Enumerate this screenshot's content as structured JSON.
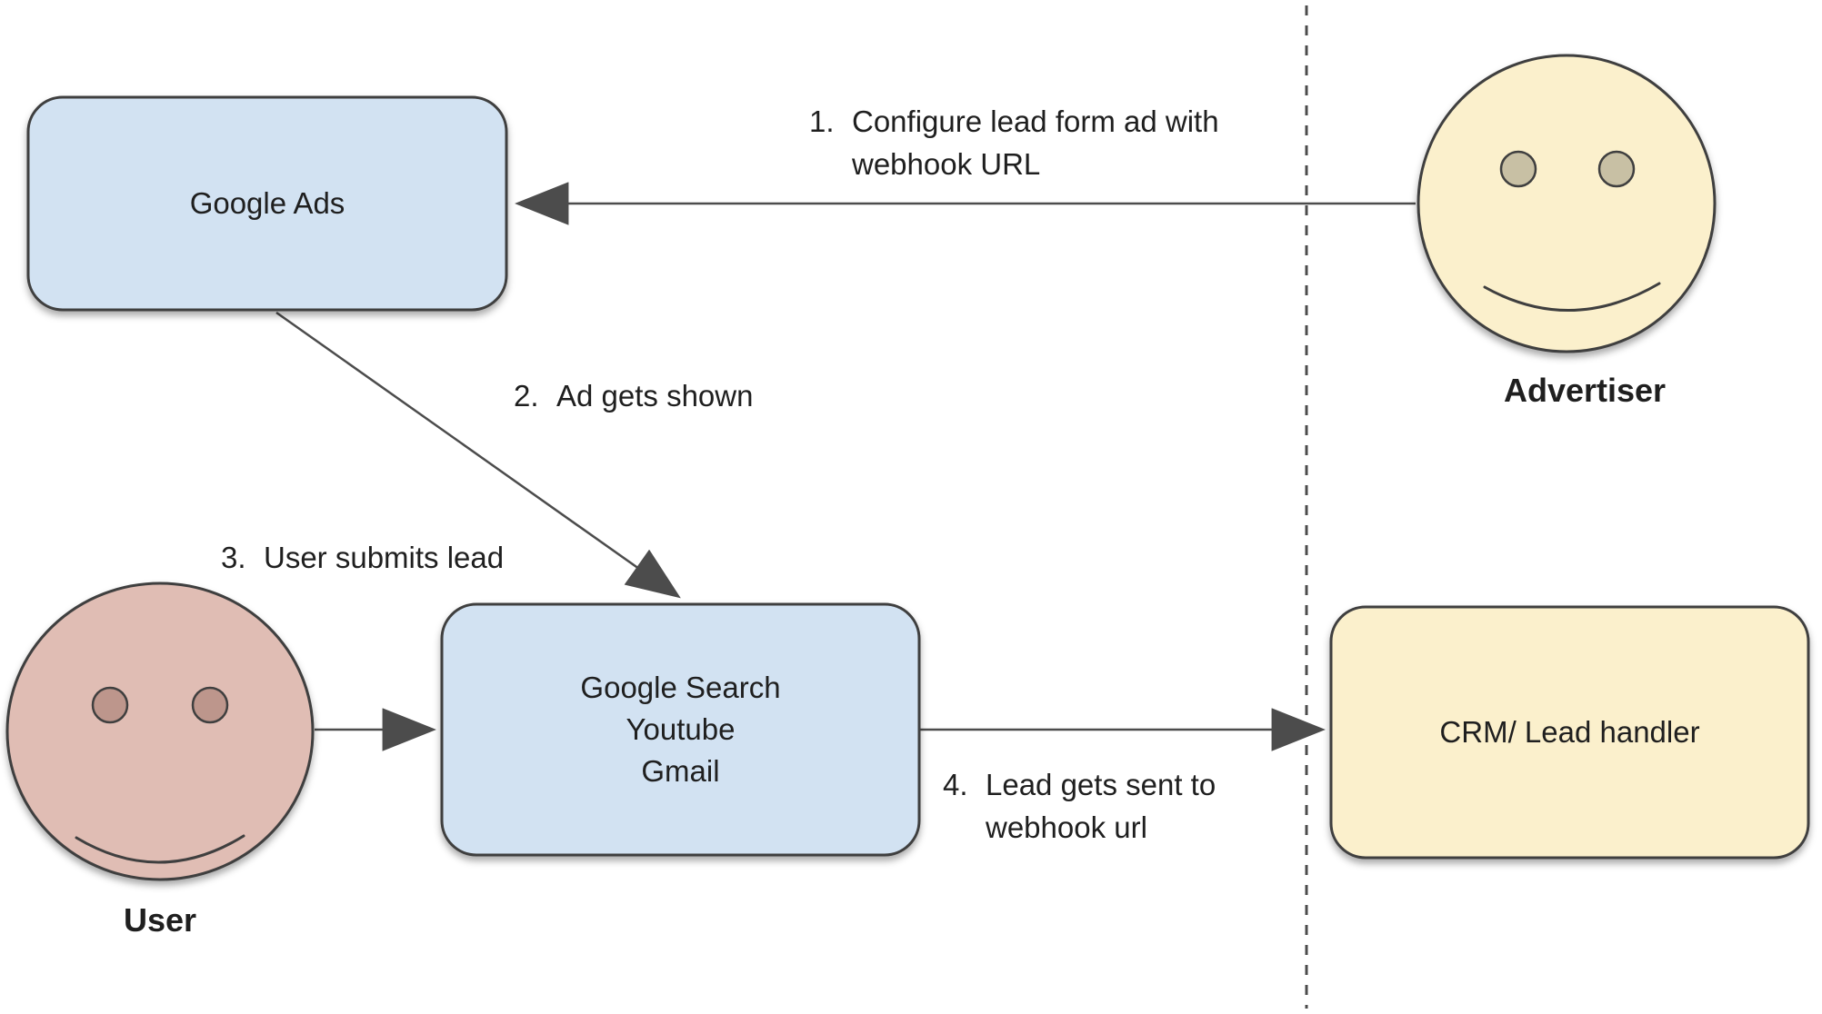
{
  "nodes": {
    "google_ads": {
      "label": "Google Ads"
    },
    "google_surfaces": {
      "label": "Google Search\nYoutube\nGmail"
    },
    "crm": {
      "label": "CRM/ Lead handler"
    }
  },
  "actors": {
    "user": {
      "label": "User"
    },
    "advertiser": {
      "label": "Advertiser"
    }
  },
  "steps": [
    {
      "number": "1.",
      "text": "Configure lead form ad with\nwebhook URL"
    },
    {
      "number": "2.",
      "text": "Ad gets shown"
    },
    {
      "number": "3.",
      "text": "User submits lead"
    },
    {
      "number": "4.",
      "text": "Lead gets sent to\nwebhook url"
    }
  ],
  "colors": {
    "background": "#ffffff",
    "node-blue": "#d2e2f2",
    "node-yellow": "#fbf0cc",
    "user-pink": "#e0bdb4",
    "user-eye": "#bd968c",
    "advertiser-eye": "#c8c0a4",
    "stroke-dark": "#3f3f3f",
    "line-gray": "#4c4c4c",
    "text-dark": "#1f1f1f"
  }
}
